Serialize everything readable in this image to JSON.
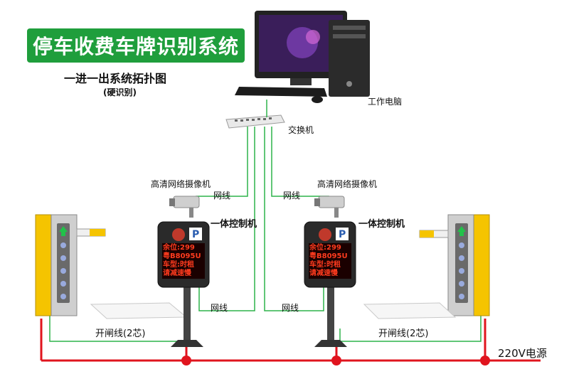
{
  "title": "停车收费车牌识别系统",
  "subtitle": "一进一出系统拓扑图",
  "subnote": "(硬识别)",
  "labels": {
    "computer": "工作电脑",
    "switch": "交换机",
    "camera_left": "高清网络摄像机",
    "camera_right": "高清网络摄像机",
    "net_left_top": "网线",
    "net_right_top": "网线",
    "net_left_bottom": "网线",
    "net_right_bottom": "网线",
    "controller_left": "一体控制机",
    "controller_right": "一体控制机",
    "gate_line_left": "开闸线(2芯)",
    "gate_line_right": "开闸线(2芯)",
    "power": "220V电源"
  },
  "led_screen": {
    "lines": [
      "余位:299",
      "粤B8095U",
      "车型:时租",
      "请减速慢"
    ]
  },
  "colors": {
    "banner": "#1f9e3c",
    "network_wire": "#2db34a",
    "power_wire": "#e0141e",
    "power_node": "#e0141e",
    "led_text": "#ff3b1e",
    "barrier": "#f5c400"
  }
}
